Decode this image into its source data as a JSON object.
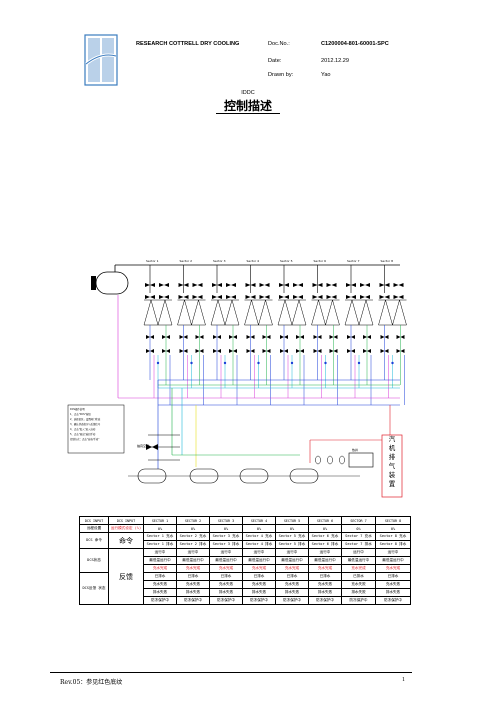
{
  "header": {
    "company": "RESEARCH COTTRELL DRY COOLING",
    "doc_no_label": "Doc.No.:",
    "doc_no": "C1200004-801-60001-SPC",
    "date_label": "Date:",
    "date": "2012.12.29",
    "drawn_label": "Drawn by:",
    "drawn_by": "Yao"
  },
  "title": {
    "small": "IDDC",
    "main": "控制描述"
  },
  "diagram": {
    "sectors": [
      "Sector 1",
      "Sector 2",
      "Sector 3",
      "Sector 4",
      "Sector 5",
      "Sector 6",
      "Sector 7",
      "Sector 8"
    ],
    "exhaust_label": "汽机排气装置",
    "tank_label": "热井",
    "pump_label": "抽真空泵",
    "note_title": "DCS操作说明",
    "note_lines": [
      "1、点击\"DCS\"按钮",
      "2、选择扇区，设置阀门状态",
      "3、确认状态指示与反馈信号",
      "4、点击\"投入\"进入自动",
      "5、点击\"退出\"返回手动",
      "控制方式：点击\"自动/手动\""
    ]
  },
  "control_table": {
    "header_row": [
      "DCS INPUT",
      "DCS INPUT",
      "SECTOR 1",
      "SECTOR 2",
      "SECTOR 3",
      "SECTOR 4",
      "SECTOR 5",
      "SECTOR 6",
      "SECTOR 7",
      "SECTOR 8"
    ],
    "row2": [
      "远程设置",
      "运行模式设定 (%)",
      "0%",
      "0%",
      "0%",
      "0%",
      "0%",
      "0%",
      "0%",
      "0%"
    ],
    "cmd_label": "命令",
    "dcs_label": "DCS 命令",
    "cmd_row1": [
      "Sector 1 充水",
      "Sector 2 充水",
      "Sector 3 充水",
      "Sector 4 充水",
      "Sector 5 充水",
      "Sector 6 充水",
      "Sector 7 充水",
      "Sector 8 充水"
    ],
    "cmd_row2": [
      "Sector 1 排水",
      "Sector 2 排水",
      "Sector 3 排水",
      "Sector 4 排水",
      "Sector 5 排水",
      "Sector 6 排水",
      "Sector 7 排水",
      "Sector 8 排水"
    ],
    "fb_label": "反馈",
    "status_label1": "DCS状态",
    "status_label2": "DCS反馈 状态",
    "fb_rows": [
      [
        "运行中",
        "运行中",
        "运行中",
        "运行中",
        "运行中",
        "运行中",
        "运行中",
        "运行中"
      ],
      [
        "最低温运行中",
        "最低温运行中",
        "最低温运行中",
        "最低温运行中",
        "最低温运行中",
        "最低温运行中",
        "最低温运行中",
        "最低温运行中"
      ],
      [
        "充水完成",
        "充水完成",
        "充水完成",
        "充水完成",
        "充水完成",
        "充水完成",
        "充水完成",
        "充水完成"
      ],
      [
        "已排水",
        "已排水",
        "已排水",
        "已排水",
        "已排水",
        "已排水",
        "已排水",
        "已排水"
      ],
      [
        "充水失败",
        "充水失败",
        "充水失败",
        "充水失败",
        "充水失败",
        "充水失败",
        "充水失败",
        "充水失败"
      ],
      [
        "排水失败",
        "排水失败",
        "排水失败",
        "排水失败",
        "排水失败",
        "排水失败",
        "排水失败",
        "排水失败"
      ],
      [
        "防冻保护中",
        "防冻保护中",
        "防冻保护中",
        "防冻保护中",
        "防冻保护中",
        "防冻保护中",
        "防冻保护中",
        "防冻保护中"
      ]
    ]
  },
  "footer": {
    "left": "Rev.05：参见红色底纹",
    "page": "1"
  },
  "colors": {
    "red": "#e0202a",
    "blue": "#1a3fd8",
    "green": "#22b14c",
    "cyan": "#1fb8d8",
    "magenta": "#d838d8",
    "yellow": "#e8e020",
    "logo_blue": "#3a7bbf"
  }
}
